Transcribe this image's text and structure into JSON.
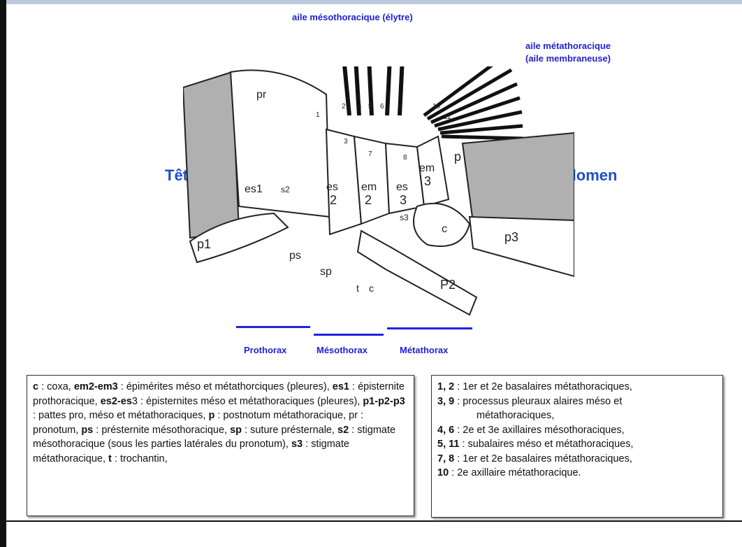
{
  "labels": {
    "top_wing": "aile mésothoracique (élytre)",
    "meta_wing_line1": "aile métathoracique",
    "meta_wing_line2": "(aile membraneuse)",
    "head": "Tête",
    "abdomen": "Abdomen"
  },
  "diagram_labels": {
    "pr": "pr",
    "es1": "es1",
    "s2": "s2",
    "es2a": "es",
    "es2b": "2",
    "em2a": "em",
    "em2b": "2",
    "es3a": "es",
    "es3b": "3",
    "em3a": "em",
    "em3b": "3",
    "p": "p",
    "s3": "s3",
    "c_big": "c",
    "p3": "p3",
    "p1": "p1",
    "ps": "ps",
    "sp": "sp",
    "t": "t",
    "c": "c",
    "p2": "P2",
    "n1": "1",
    "n2": "2",
    "n3": "3",
    "n4": "4",
    "n5": "5",
    "n6": "6",
    "n7": "7",
    "n8": "8",
    "n10": "10",
    "n11": "11"
  },
  "segments": [
    "Prothorax",
    "Mésothorax",
    "Métathorax"
  ],
  "legend_left": [
    {
      "b": "c",
      "t": " : coxa, "
    },
    {
      "b": "em2-em3",
      "t": " : épimérites méso et métathorciques (pleures), "
    },
    {
      "b": "es1",
      "t": " : épisternite prothoracique, "
    },
    {
      "b": "es2-es",
      "t": "3 : épisternites méso et métathoraciques (pleures), "
    },
    {
      "b": "p1-p2-p3",
      "t": " : pattes pro, méso et métathoraciques, "
    },
    {
      "b": "p",
      "t": " : postnotum métathoracique, pr : pronotum, "
    },
    {
      "b": "ps",
      "t": " : présternite mésothoracique, "
    },
    {
      "b": "sp",
      "t": " : suture présternale, "
    },
    {
      "b": "s2",
      "t": " : stigmate mésothoracique (sous les parties latérales du pronotum), "
    },
    {
      "b": "s3",
      "t": " : stigmate métathoracique, "
    },
    {
      "b": "t",
      "t": " : trochantin,"
    }
  ],
  "legend_right": [
    {
      "b": "1, 2",
      "t": " : 1er et 2e basalaires métathoraciques,"
    },
    {
      "b": "3, 9",
      "t": " : processus pleuraux alaires méso et",
      "cont": "métathoraciques,"
    },
    {
      "b": "4, 6",
      "t": " : 2e et 3e axillaires mésothoraciques,"
    },
    {
      "b": "5, 11",
      "t": " : subalaires méso et métathoraciques,"
    },
    {
      "b": "7, 8",
      "t": " : 1er et 2e basalaires métathoraciques,"
    },
    {
      "b": "10",
      "t": " : 2e axillaire métathoracique."
    }
  ],
  "colors": {
    "label_blue": "#1f1fd6",
    "segment_line": "#2323e0",
    "plate_gray": "#b0b0b0"
  }
}
